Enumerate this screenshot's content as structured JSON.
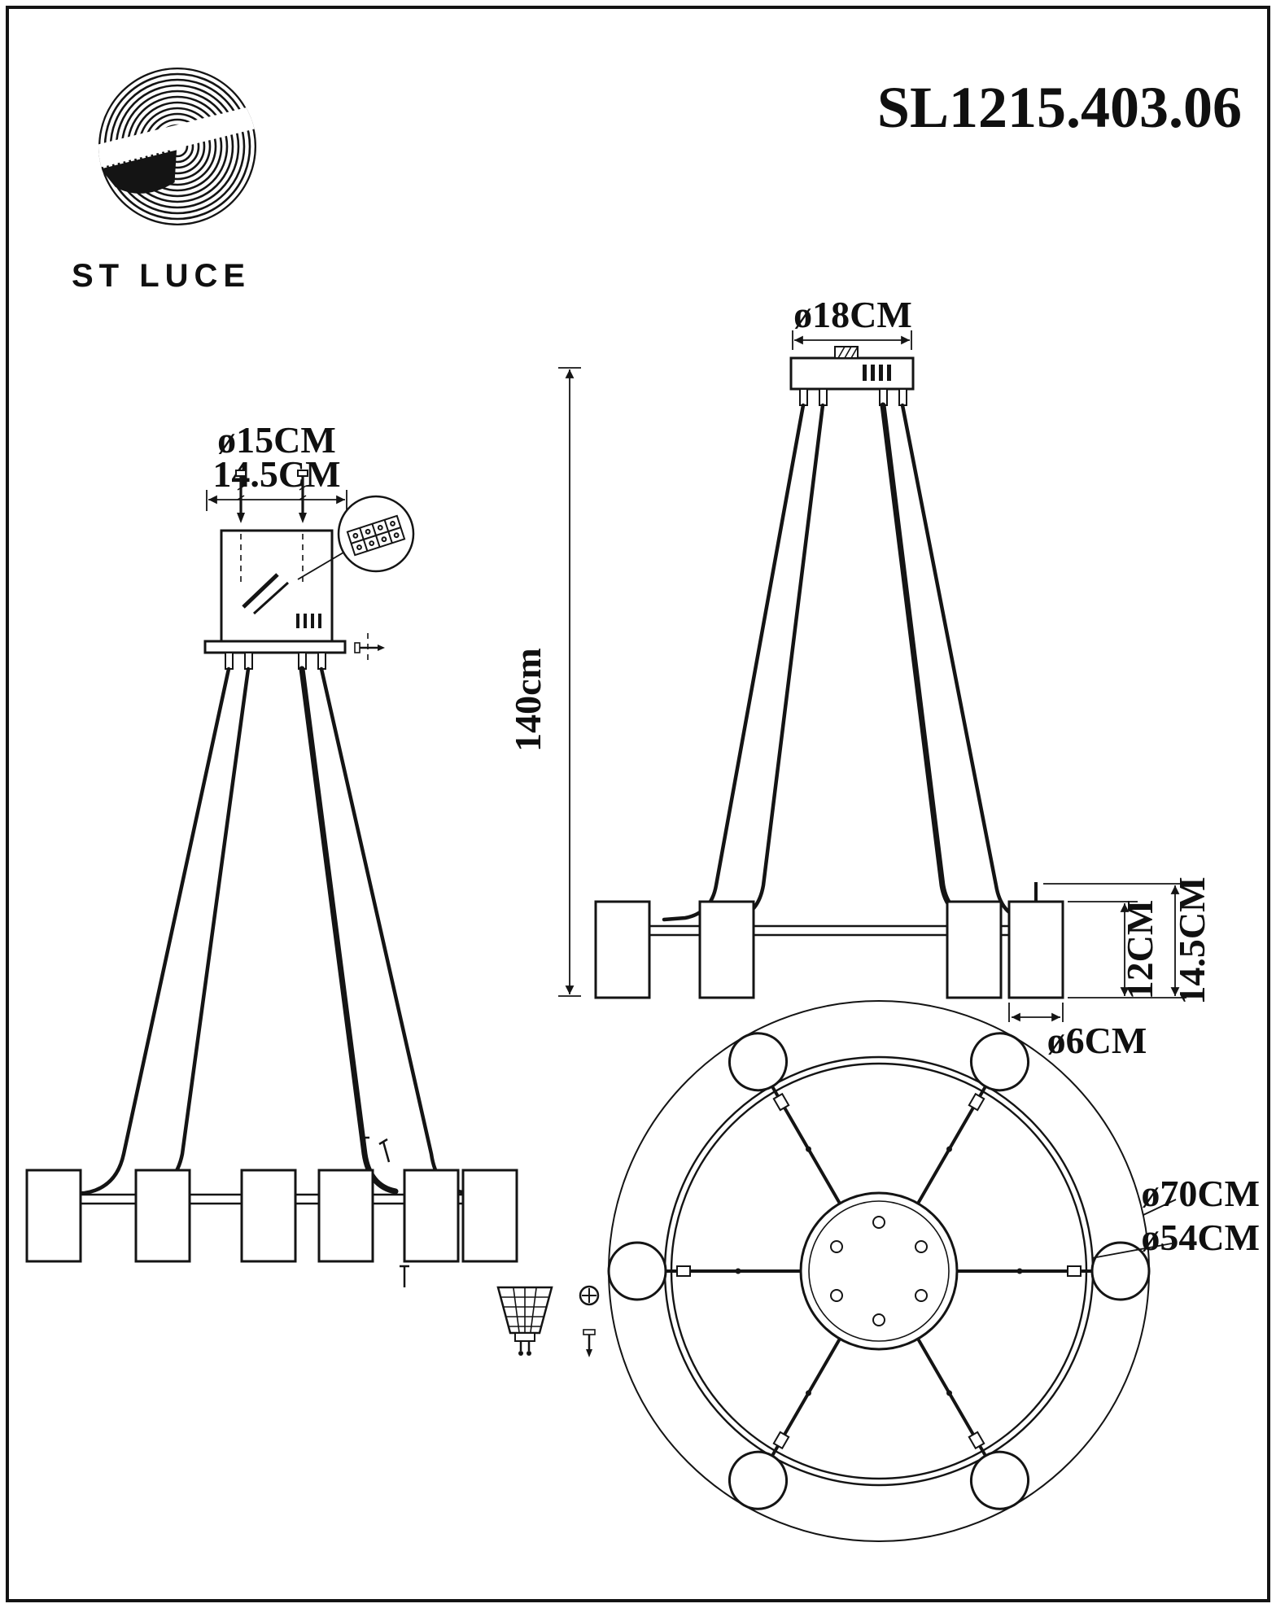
{
  "brand": {
    "name": "ST LUCE"
  },
  "header": {
    "model_number": "SL1215.403.06"
  },
  "front_view": {
    "canopy_diameter_label": "ø15CM",
    "canopy_width_label": "14.5CM"
  },
  "side_view": {
    "plate_diameter_label": "ø18CM",
    "overall_height_label": "140cm",
    "shade_height_label": "12CM",
    "shade_total_height_label": "14.5CM",
    "shade_diameter_label": "ø6CM"
  },
  "top_view": {
    "outer_diameter_label": "ø70CM",
    "ring_diameter_label": "ø54CM"
  }
}
